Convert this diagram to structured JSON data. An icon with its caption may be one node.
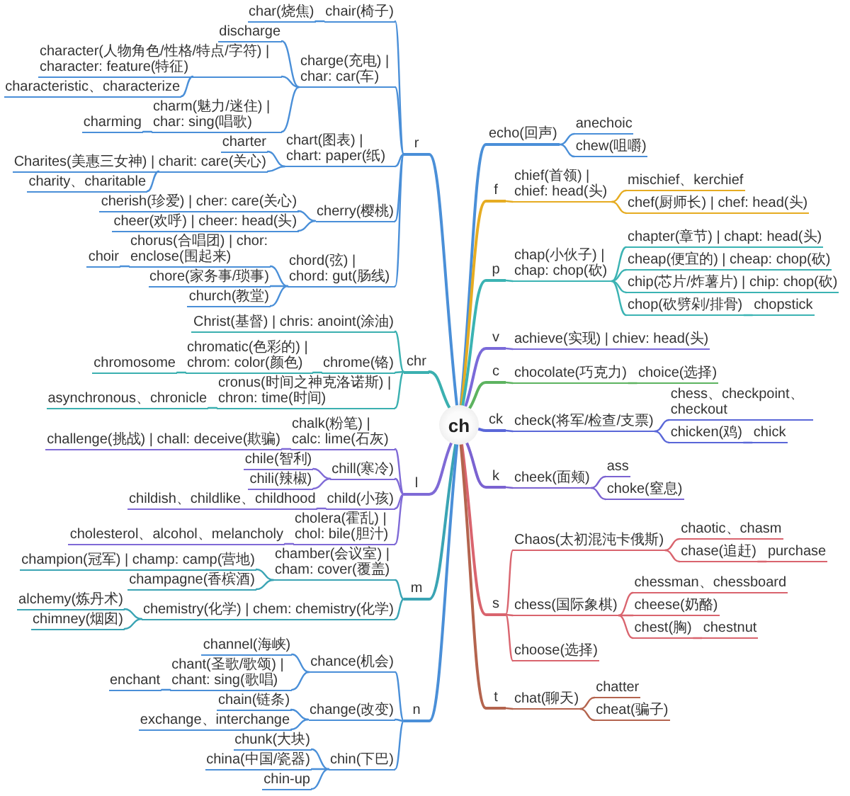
{
  "diagram": {
    "nodes": [
      {
        "text": [
          "ch"
        ]
      },
      {
        "text": [
          "r"
        ]
      },
      {
        "text": [
          "chair(椅子)"
        ]
      },
      {
        "text": [
          "char(烧焦)"
        ]
      },
      {
        "text": [
          "charge(充电) | char: car(车)"
        ]
      },
      {
        "text": [
          "discharge"
        ]
      },
      {
        "text": [
          "character(人物角色/性格/特点/字符) | character: feature(特征)"
        ]
      },
      {
        "text": [
          "characteristic、characterize"
        ]
      },
      {
        "text": [
          "charm(魅力/迷住) | char: sing(唱歌)"
        ]
      },
      {
        "text": [
          "charming"
        ]
      },
      {
        "text": [
          "chart(图表) | chart: paper(纸)"
        ]
      },
      {
        "text": [
          "charter"
        ]
      },
      {
        "text": [
          "Charites(美惠三女神) | charit: care(关心)"
        ]
      },
      {
        "text": [
          "charity、charitable"
        ]
      },
      {
        "text": [
          "cherry(樱桃)"
        ]
      },
      {
        "text": [
          "cherish(珍爱) | cher: care(关心)"
        ]
      },
      {
        "text": [
          "cheer(欢呼) | cheer: head(头)"
        ]
      },
      {
        "text": [
          "chord(弦) | chord: gut(肠线)"
        ]
      },
      {
        "text": [
          "chorus(合唱团) | chor: enclose(围起来)"
        ]
      },
      {
        "text": [
          "choir"
        ]
      },
      {
        "text": [
          "chore(家务事/琐事)"
        ]
      },
      {
        "text": [
          "church(教堂)"
        ]
      },
      {
        "text": [
          "chr"
        ]
      },
      {
        "text": [
          "Christ(基督) | chris: anoint(涂油)"
        ]
      },
      {
        "text": [
          "chrome(铬)"
        ]
      },
      {
        "text": [
          "chromatic(色彩的) | chrom: color(颜色)"
        ]
      },
      {
        "text": [
          "chromosome"
        ]
      },
      {
        "text": [
          "cronus(时间之神克洛诺斯) | chron: time(时间)"
        ]
      },
      {
        "text": [
          "asynchronous、chronicle"
        ]
      },
      {
        "text": [
          "l"
        ]
      },
      {
        "text": [
          "chalk(粉笔) | calc: lime(石灰)"
        ]
      },
      {
        "text": [
          "challenge(挑战) | chall: deceive(欺骗)"
        ]
      },
      {
        "text": [
          "chill(寒冷)"
        ]
      },
      {
        "text": [
          "chile(智利)"
        ]
      },
      {
        "text": [
          "chili(辣椒)"
        ]
      },
      {
        "text": [
          "child(小孩)"
        ]
      },
      {
        "text": [
          "childish、childlike、childhood"
        ]
      },
      {
        "text": [
          "cholera(霍乱) | chol: bile(胆汁)"
        ]
      },
      {
        "text": [
          "cholesterol、alcohol、melancholy"
        ]
      },
      {
        "text": [
          "m"
        ]
      },
      {
        "text": [
          "chamber(会议室) | cham: cover(覆盖)"
        ]
      },
      {
        "text": [
          "champion(冠军) | champ: camp(营地)"
        ]
      },
      {
        "text": [
          "champagne(香槟酒)"
        ]
      },
      {
        "text": [
          "chemistry(化学) | chem: chemistry(化学)"
        ]
      },
      {
        "text": [
          "alchemy(炼丹术)"
        ]
      },
      {
        "text": [
          "chimney(烟囱)"
        ]
      },
      {
        "text": [
          "n"
        ]
      },
      {
        "text": [
          "chance(机会)"
        ]
      },
      {
        "text": [
          "channel(海峡)"
        ]
      },
      {
        "text": [
          "chant(圣歌/歌颂) | chant: sing(歌唱)"
        ]
      },
      {
        "text": [
          "enchant"
        ]
      },
      {
        "text": [
          "change(改变)"
        ]
      },
      {
        "text": [
          "chain(链条)"
        ]
      },
      {
        "text": [
          "exchange、interchange"
        ]
      },
      {
        "text": [
          "chin(下巴)"
        ]
      },
      {
        "text": [
          "chunk(大块)"
        ]
      },
      {
        "text": [
          "china(中国/瓷器)"
        ]
      },
      {
        "text": [
          "chin-up"
        ]
      },
      {
        "text": [
          "echo(回声)"
        ]
      },
      {
        "text": [
          "anechoic"
        ]
      },
      {
        "text": [
          "chew(咀嚼)"
        ]
      },
      {
        "text": [
          "f"
        ]
      },
      {
        "text": [
          "chief(首领) | chief: head(头)"
        ]
      },
      {
        "text": [
          "mischief、kerchief"
        ]
      },
      {
        "text": [
          "chef(厨师长) | chef: head(头)"
        ]
      },
      {
        "text": [
          "p"
        ]
      },
      {
        "text": [
          "chap(小伙子) | chap: chop(砍)"
        ]
      },
      {
        "text": [
          "chapter(章节) | chapt: head(头)"
        ]
      },
      {
        "text": [
          "cheap(便宜的) | cheap: chop(砍)"
        ]
      },
      {
        "text": [
          "chip(芯片/炸薯片) | chip: chop(砍)"
        ]
      },
      {
        "text": [
          "chop(砍劈剁/排骨)"
        ]
      },
      {
        "text": [
          "chopstick"
        ]
      },
      {
        "text": [
          "v"
        ]
      },
      {
        "text": [
          "achieve(实现) | chiev: head(头)"
        ]
      },
      {
        "text": [
          "c"
        ]
      },
      {
        "text": [
          "chocolate(巧克力)"
        ]
      },
      {
        "text": [
          "choice(选择)"
        ]
      },
      {
        "text": [
          "ck"
        ]
      },
      {
        "text": [
          "check(将军/检查/支票)"
        ]
      },
      {
        "text": [
          "chess、checkpoint、checkout"
        ]
      },
      {
        "text": [
          "chicken(鸡)"
        ]
      },
      {
        "text": [
          "chick"
        ]
      },
      {
        "text": [
          "k"
        ]
      },
      {
        "text": [
          "cheek(面颊)"
        ]
      },
      {
        "text": [
          "ass"
        ]
      },
      {
        "text": [
          "choke(窒息)"
        ]
      },
      {
        "text": [
          "s"
        ]
      },
      {
        "text": [
          "Chaos(太初混沌卡俄斯)"
        ]
      },
      {
        "text": [
          "chaotic、chasm"
        ]
      },
      {
        "text": [
          "chase(追赶)"
        ]
      },
      {
        "text": [
          "purchase"
        ]
      },
      {
        "text": [
          "chess(国际象棋)"
        ]
      },
      {
        "text": [
          "chessman、chessboard"
        ]
      },
      {
        "text": [
          "cheese(奶酪)"
        ]
      },
      {
        "text": [
          "chest(胸)"
        ]
      },
      {
        "text": [
          "chestnut"
        ]
      },
      {
        "text": [
          "choose(选择)"
        ]
      },
      {
        "text": [
          "t"
        ]
      },
      {
        "text": [
          "chat(聊天)"
        ]
      },
      {
        "text": [
          "chatter"
        ]
      },
      {
        "text": [
          "cheat(骗子)"
        ]
      }
    ],
    "edges": [
      {
        "from": 0,
        "to": 1,
        "arrow": "none"
      },
      {
        "from": 1,
        "to": 2,
        "arrow": "none"
      },
      {
        "from": 2,
        "to": 3,
        "arrow": "none"
      },
      {
        "from": 1,
        "to": 4,
        "arrow": "none"
      },
      {
        "from": 4,
        "to": 5,
        "arrow": "none"
      },
      {
        "from": 4,
        "to": 6,
        "arrow": "none"
      },
      {
        "from": 6,
        "to": 7,
        "arrow": "none"
      },
      {
        "from": 4,
        "to": 8,
        "arrow": "none"
      },
      {
        "from": 8,
        "to": 9,
        "arrow": "none"
      },
      {
        "from": 1,
        "to": 10,
        "arrow": "none"
      },
      {
        "from": 10,
        "to": 11,
        "arrow": "none"
      },
      {
        "from": 10,
        "to": 12,
        "arrow": "none"
      },
      {
        "from": 12,
        "to": 13,
        "arrow": "none"
      },
      {
        "from": 1,
        "to": 14,
        "arrow": "none"
      },
      {
        "from": 14,
        "to": 15,
        "arrow": "none"
      },
      {
        "from": 14,
        "to": 16,
        "arrow": "none"
      },
      {
        "from": 1,
        "to": 17,
        "arrow": "none"
      },
      {
        "from": 17,
        "to": 18,
        "arrow": "none"
      },
      {
        "from": 18,
        "to": 19,
        "arrow": "none"
      },
      {
        "from": 17,
        "to": 20,
        "arrow": "none"
      },
      {
        "from": 17,
        "to": 21,
        "arrow": "none"
      },
      {
        "from": 0,
        "to": 22,
        "arrow": "none",
        "color": "#3bb0b0"
      },
      {
        "from": 22,
        "to": 23,
        "arrow": "none",
        "color": "#3bb0b0"
      },
      {
        "from": 22,
        "to": 24,
        "arrow": "none",
        "color": "#3bb0b0"
      },
      {
        "from": 24,
        "to": 25,
        "arrow": "none",
        "color": "#3bb0b0"
      },
      {
        "from": 25,
        "to": 26,
        "arrow": "none",
        "color": "#3bb0b0"
      },
      {
        "from": 22,
        "to": 27,
        "arrow": "none",
        "color": "#3bb0b0"
      },
      {
        "from": 27,
        "to": 28,
        "arrow": "none",
        "color": "#3bb0b0"
      },
      {
        "from": 0,
        "to": 29,
        "arrow": "none",
        "color": "#7f6ad6"
      },
      {
        "from": 29,
        "to": 30,
        "arrow": "none",
        "color": "#7f6ad6"
      },
      {
        "from": 30,
        "to": 31,
        "arrow": "none",
        "color": "#7f6ad6"
      },
      {
        "from": 29,
        "to": 32,
        "arrow": "none",
        "color": "#7f6ad6"
      },
      {
        "from": 32,
        "to": 33,
        "arrow": "none",
        "color": "#7f6ad6"
      },
      {
        "from": 32,
        "to": 34,
        "arrow": "none",
        "color": "#7f6ad6"
      },
      {
        "from": 29,
        "to": 35,
        "arrow": "none",
        "color": "#7f6ad6"
      },
      {
        "from": 35,
        "to": 36,
        "arrow": "none",
        "color": "#7f6ad6"
      },
      {
        "from": 29,
        "to": 37,
        "arrow": "none",
        "color": "#7f6ad6"
      },
      {
        "from": 37,
        "to": 38,
        "arrow": "none",
        "color": "#7f6ad6"
      },
      {
        "from": 0,
        "to": 39,
        "arrow": "none",
        "color": "#3aa4b4"
      },
      {
        "from": 39,
        "to": 40,
        "arrow": "none",
        "color": "#3aa4b4"
      },
      {
        "from": 40,
        "to": 41,
        "arrow": "none",
        "color": "#3aa4b4"
      },
      {
        "from": 40,
        "to": 42,
        "arrow": "none",
        "color": "#3aa4b4"
      },
      {
        "from": 39,
        "to": 43,
        "arrow": "none",
        "color": "#3aa4b4"
      },
      {
        "from": 43,
        "to": 44,
        "arrow": "none",
        "color": "#3aa4b4"
      },
      {
        "from": 43,
        "to": 45,
        "arrow": "none",
        "color": "#3aa4b4"
      },
      {
        "from": 0,
        "to": 46,
        "arrow": "none"
      },
      {
        "from": 46,
        "to": 47,
        "arrow": "none"
      },
      {
        "from": 47,
        "to": 48,
        "arrow": "none"
      },
      {
        "from": 47,
        "to": 49,
        "arrow": "none"
      },
      {
        "from": 49,
        "to": 50,
        "arrow": "none"
      },
      {
        "from": 46,
        "to": 51,
        "arrow": "none"
      },
      {
        "from": 51,
        "to": 52,
        "arrow": "none"
      },
      {
        "from": 51,
        "to": 53,
        "arrow": "none"
      },
      {
        "from": 46,
        "to": 54,
        "arrow": "none"
      },
      {
        "from": 54,
        "to": 55,
        "arrow": "none"
      },
      {
        "from": 54,
        "to": 56,
        "arrow": "none"
      },
      {
        "from": 54,
        "to": 57,
        "arrow": "none"
      },
      {
        "from": 0,
        "to": 58,
        "arrow": "none"
      },
      {
        "from": 58,
        "to": 59,
        "arrow": "none"
      },
      {
        "from": 58,
        "to": 60,
        "arrow": "none"
      },
      {
        "from": 0,
        "to": 61,
        "arrow": "none",
        "color": "#e6ac22"
      },
      {
        "from": 61,
        "to": 62,
        "arrow": "none",
        "color": "#e6ac22"
      },
      {
        "from": 62,
        "to": 63,
        "arrow": "none",
        "color": "#e6ac22"
      },
      {
        "from": 62,
        "to": 64,
        "arrow": "none",
        "color": "#e6ac22"
      },
      {
        "from": 0,
        "to": 65,
        "arrow": "none",
        "color": "#3bb3b3"
      },
      {
        "from": 65,
        "to": 66,
        "arrow": "none",
        "color": "#3bb3b3"
      },
      {
        "from": 66,
        "to": 67,
        "arrow": "none",
        "color": "#3bb3b3"
      },
      {
        "from": 66,
        "to": 68,
        "arrow": "none",
        "color": "#3bb3b3"
      },
      {
        "from": 66,
        "to": 69,
        "arrow": "none",
        "color": "#3bb3b3"
      },
      {
        "from": 66,
        "to": 70,
        "arrow": "none",
        "color": "#3bb3b3"
      },
      {
        "from": 70,
        "to": 71,
        "arrow": "none",
        "color": "#3bb3b3"
      },
      {
        "from": 0,
        "to": 72,
        "arrow": "none",
        "color": "#7a6ad9"
      },
      {
        "from": 72,
        "to": 73,
        "arrow": "none",
        "color": "#7a6ad9"
      },
      {
        "from": 0,
        "to": 74,
        "arrow": "none",
        "color": "#5db360"
      },
      {
        "from": 74,
        "to": 75,
        "arrow": "none",
        "color": "#5db360"
      },
      {
        "from": 75,
        "to": 76,
        "arrow": "none",
        "color": "#5db360"
      },
      {
        "from": 0,
        "to": 77,
        "arrow": "none",
        "color": "#5a67d8"
      },
      {
        "from": 77,
        "to": 78,
        "arrow": "none",
        "color": "#5a67d8"
      },
      {
        "from": 78,
        "to": 79,
        "arrow": "none",
        "color": "#5a67d8"
      },
      {
        "from": 78,
        "to": 80,
        "arrow": "none",
        "color": "#5a67d8"
      },
      {
        "from": 80,
        "to": 81,
        "arrow": "none",
        "color": "#5a67d8"
      },
      {
        "from": 0,
        "to": 82,
        "arrow": "none",
        "color": "#7b63d1"
      },
      {
        "from": 82,
        "to": 83,
        "arrow": "none",
        "color": "#7b63d1"
      },
      {
        "from": 83,
        "to": 84,
        "arrow": "none",
        "color": "#7b63d1"
      },
      {
        "from": 83,
        "to": 85,
        "arrow": "none",
        "color": "#7b63d1"
      },
      {
        "from": 0,
        "to": 86,
        "arrow": "none",
        "color": "#d9646e"
      },
      {
        "from": 86,
        "to": 87,
        "arrow": "none",
        "color": "#d9646e"
      },
      {
        "from": 87,
        "to": 88,
        "arrow": "none",
        "color": "#d9646e"
      },
      {
        "from": 87,
        "to": 89,
        "arrow": "none",
        "color": "#d9646e"
      },
      {
        "from": 89,
        "to": 90,
        "arrow": "none",
        "color": "#d9646e"
      },
      {
        "from": 86,
        "to": 91,
        "arrow": "none",
        "color": "#d9646e"
      },
      {
        "from": 91,
        "to": 92,
        "arrow": "none",
        "color": "#d9646e"
      },
      {
        "from": 91,
        "to": 93,
        "arrow": "none",
        "color": "#d9646e"
      },
      {
        "from": 91,
        "to": 94,
        "arrow": "none",
        "color": "#d9646e"
      },
      {
        "from": 94,
        "to": 95,
        "arrow": "none",
        "color": "#d9646e"
      },
      {
        "from": 86,
        "to": 96,
        "arrow": "none",
        "color": "#d9646e"
      },
      {
        "from": 0,
        "to": 97,
        "arrow": "none",
        "color": "#b4644e"
      },
      {
        "from": 97,
        "to": 98,
        "arrow": "none",
        "color": "#b4644e"
      },
      {
        "from": 98,
        "to": 99,
        "arrow": "none",
        "color": "#b4644e"
      },
      {
        "from": 98,
        "to": 100,
        "arrow": "none",
        "color": "#b4644e"
      }
    ]
  }
}
